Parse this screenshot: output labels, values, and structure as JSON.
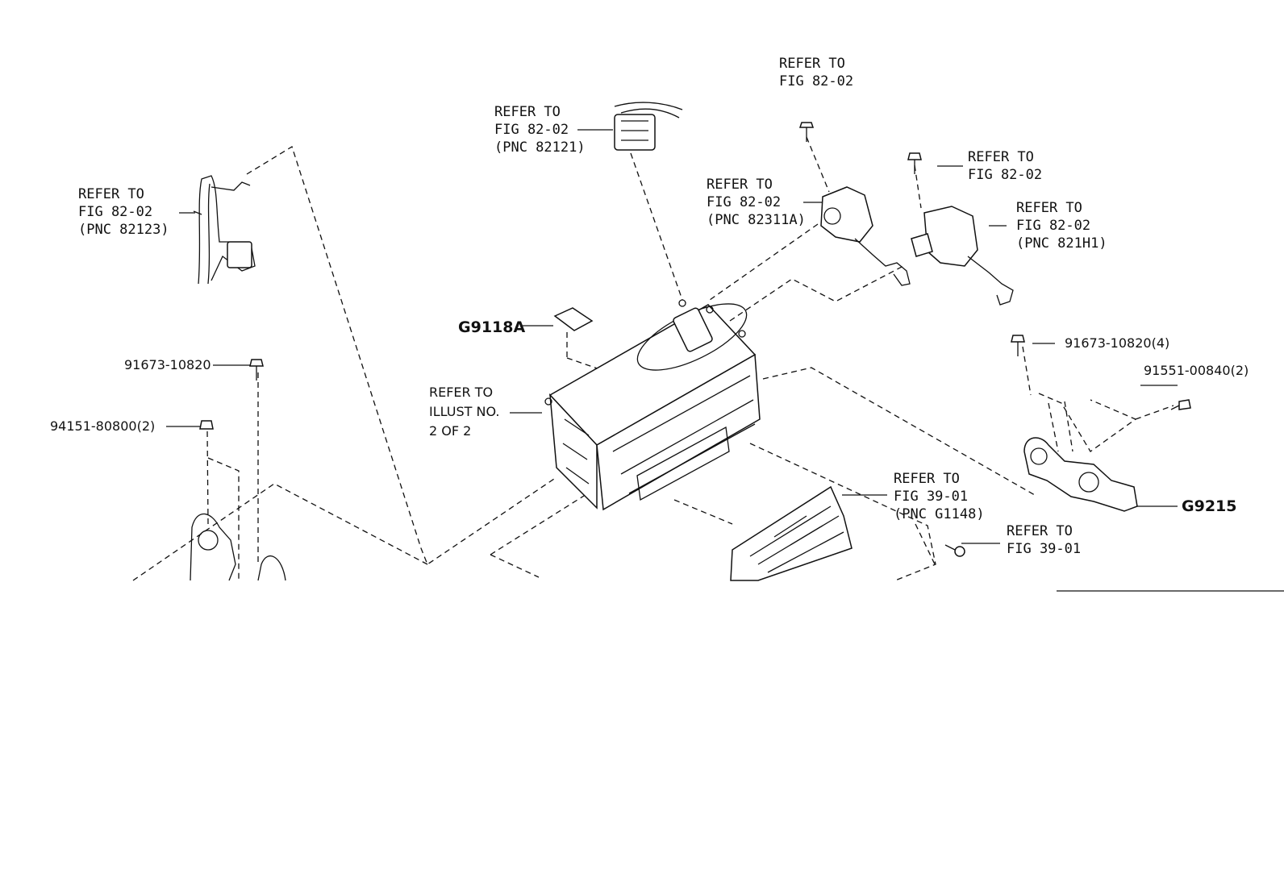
{
  "labels": {
    "refer_fig_82_02_top": {
      "l1": "REFER TO",
      "l2": "FIG 82-02"
    },
    "refer_82121": {
      "l1": "REFER TO",
      "l2": "FIG 82-02",
      "l3": "(PNC 82121)"
    },
    "refer_82123": {
      "l1": "REFER TO",
      "l2": "FIG 82-02",
      "l3": "(PNC 82123)"
    },
    "refer_fig_82_02_right": {
      "l1": "REFER TO",
      "l2": "FIG 82-02"
    },
    "refer_82311a": {
      "l1": "REFER TO",
      "l2": "FIG 82-02",
      "l3": "(PNC 82311A)"
    },
    "refer_821h1": {
      "l1": "REFER TO",
      "l2": "FIG 82-02",
      "l3": "(PNC 821H1)"
    },
    "g9118a": "G9118A",
    "refer_illust": {
      "l1": "REFER TO",
      "l2": "ILLUST NO.",
      "l3": "2 OF 2"
    },
    "part_91673_10820": "91673-10820",
    "part_94151_80800": "94151-80800(2)",
    "part_91673_10820_4": "91673-10820(4)",
    "part_91551_00840": "91551-00840(2)",
    "refer_g1148": {
      "l1": "REFER TO",
      "l2": "FIG 39-01",
      "l3": "(PNC G1148)"
    },
    "g9215": "G9215",
    "refer_fig_39_01": {
      "l1": "REFER TO",
      "l2": "FIG 39-01"
    }
  }
}
